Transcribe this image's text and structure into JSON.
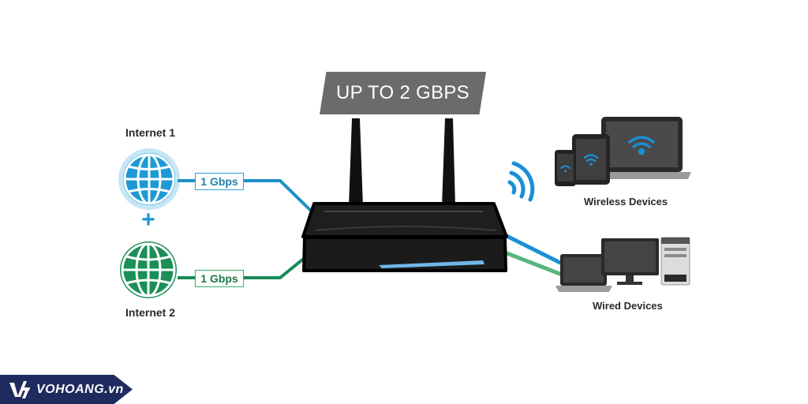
{
  "banner": {
    "text": "UP TO 2 GBPS"
  },
  "internet_sources": [
    {
      "label": "Internet 1",
      "speed": "1 Gbps",
      "color": "#1d9ad6"
    },
    {
      "label": "Internet 2",
      "speed": "1 Gbps",
      "color": "#1a8f57"
    }
  ],
  "plus_sign": "+",
  "device_groups": [
    {
      "label": "Wireless Devices"
    },
    {
      "label": "Wired Devices"
    }
  ],
  "brand": {
    "name": "VOHOANG.vn"
  },
  "colors": {
    "internet1": "#1d9ad6",
    "internet2": "#1a8f57",
    "router": "#222222",
    "wifi": "#1a8fd6",
    "brand_bg": "#1f2b5e"
  },
  "icons": [
    "globe-icon",
    "router-icon",
    "wifi-signal-icon",
    "phone-icon",
    "tablet-icon",
    "laptop-icon",
    "desktop-icon"
  ]
}
